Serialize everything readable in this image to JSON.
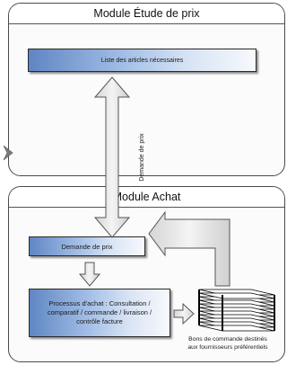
{
  "modules": {
    "top_title": "Module Étude de prix",
    "bottom_title": "Module Achat"
  },
  "boxes": {
    "liste": "Liste des articles nécessaires",
    "demande": "Demande de prix",
    "processus": "Processus d'achat : Consultation / comparatif / commande / livraison / contrôle facture"
  },
  "arrows": {
    "vertical_label": "Demande de prix"
  },
  "documents": {
    "label_line1": "Bons de commande destinés",
    "label_line2": "aux fournisseurs préférentiels"
  },
  "colors": {
    "box_dark": "#5f86c3",
    "box_light": "#f7f9fc",
    "arrow_fill": "#e7e7e7",
    "arrow_stroke": "#555555"
  }
}
